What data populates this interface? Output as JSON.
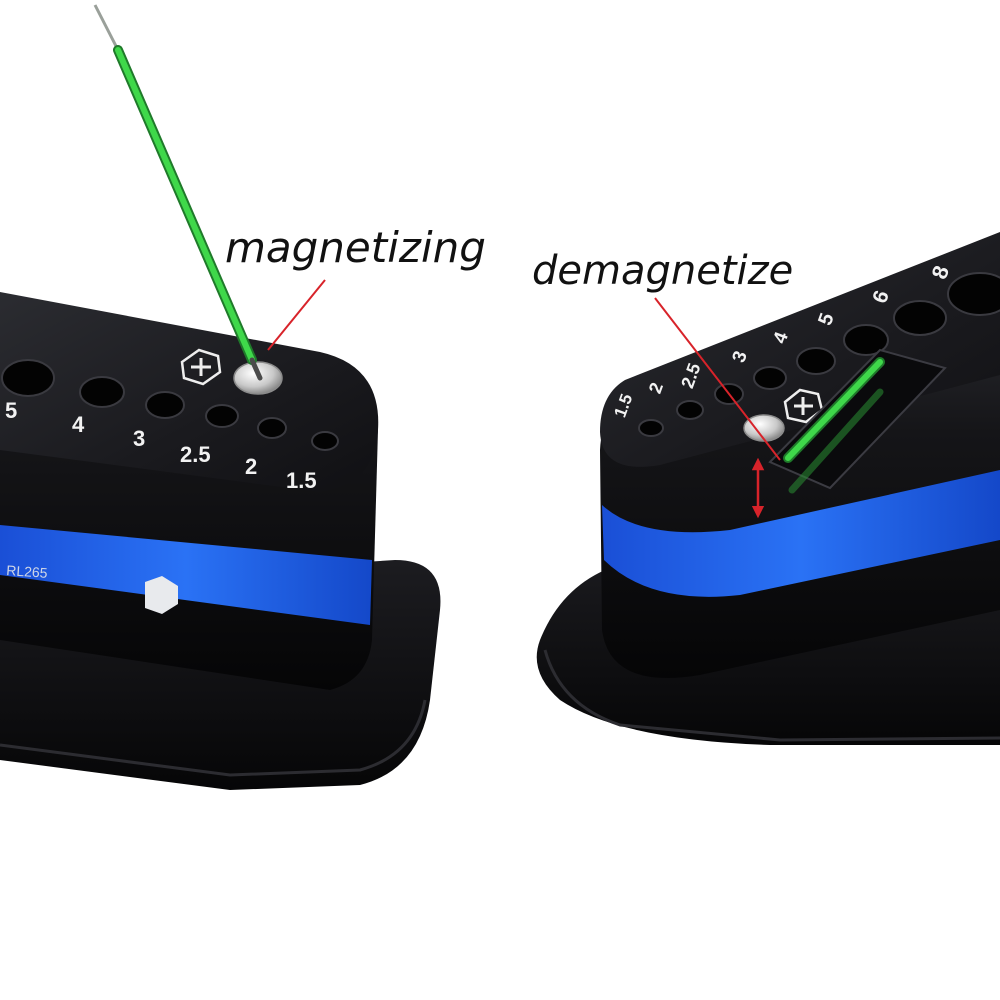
{
  "callouts": {
    "left": "magnetizing",
    "right": "demagnetize"
  },
  "left_holder": {
    "model": "RL265",
    "hole_labels": [
      "5",
      "4",
      "3",
      "2.5",
      "2",
      "1.5"
    ]
  },
  "right_holder": {
    "hole_labels": [
      "1.5",
      "2",
      "2.5",
      "3",
      "4",
      "5",
      "6",
      "8"
    ]
  },
  "colors": {
    "body": "#0b0b0d",
    "band": "#1e64ea",
    "screwdriver_shaft": "#3fd84a",
    "callout_line": "#d8232a"
  },
  "icons": {
    "phillips_mark": "phillips-cross-hexagon-icon",
    "hex_badge": "hexagon-badge-icon"
  }
}
